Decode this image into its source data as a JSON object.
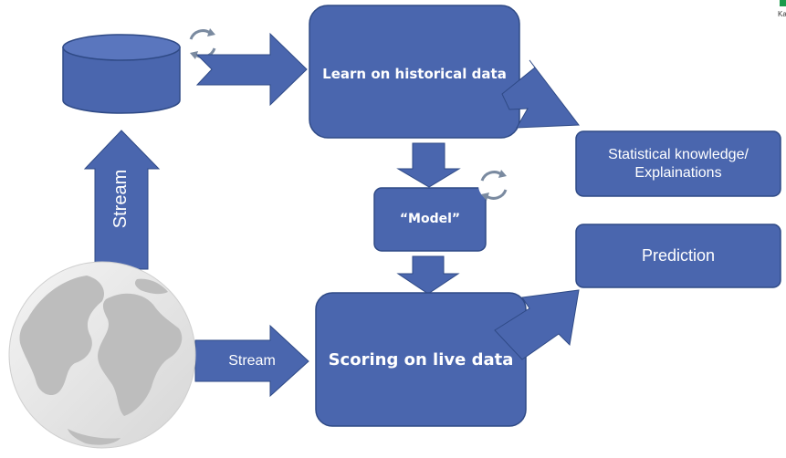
{
  "colors": {
    "box_fill": "#4a66ae",
    "box_stroke": "#2f4a86",
    "globe_sea": "#e8e8e8",
    "globe_land": "#bdbdbd",
    "corner_mark": "#1a9a4a"
  },
  "icons": {
    "refresh": "refresh-cycle-icon",
    "database": "database-cylinder-icon",
    "globe": "globe-icon"
  },
  "boxes": {
    "learn": "Learn on historical data",
    "model": "“Model”",
    "scoring": "Scoring on live data",
    "stats_line1": "Statistical knowledge/",
    "stats_line2": "Explainations",
    "prediction": "Prediction"
  },
  "arrows": {
    "stream_up": "Stream",
    "stream_right": "Stream"
  },
  "corner_label": "Ka"
}
